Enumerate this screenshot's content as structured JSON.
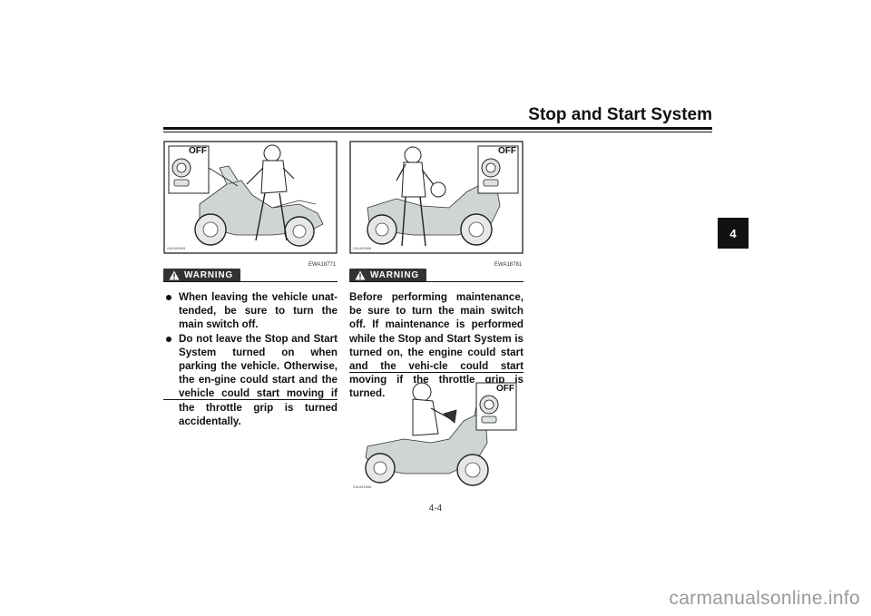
{
  "header": {
    "title": "Stop and Start System"
  },
  "chapter_tab": "4",
  "figures": [
    {
      "id": "ZAUM1665",
      "switch_label": "OFF"
    },
    {
      "id": "ZAUM1666",
      "switch_label": "OFF"
    },
    {
      "id": "ZAUM1668",
      "switch_label": "OFF"
    }
  ],
  "warnings": [
    {
      "label": "WARNING",
      "code": "EWA18771",
      "bullets": [
        "When leaving the vehicle unat-tended, be sure to turn the main switch off.",
        "Do not leave the Stop and Start System turned on when parking the vehicle. Otherwise, the en-gine could start and the vehicle could start moving if the throttle grip is turned accidentally."
      ]
    },
    {
      "label": "WARNING",
      "code": "EWA18781",
      "text": "Before performing maintenance, be sure to turn the main switch off. If maintenance is performed while the Stop and Start System is turned on, the engine could start and the vehi-cle could start moving if the throttle grip is turned."
    }
  ],
  "page_number": "4-4",
  "watermark": "carmanualsonline.info",
  "colors": {
    "text": "#111111",
    "badge": "#333333",
    "scooter": "#cfd4d4",
    "watermark": "#9a9a9a"
  }
}
